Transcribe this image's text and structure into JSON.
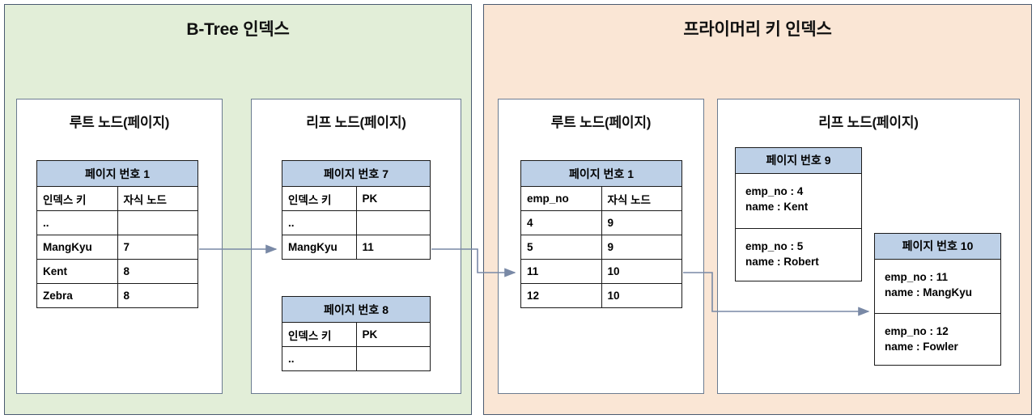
{
  "panels": [
    {
      "id": "btree",
      "title": "B-Tree 인덱스",
      "color": "#e2eed8"
    },
    {
      "id": "pk",
      "title": "프라이머리 키 인덱스",
      "color": "#fae6d5"
    }
  ],
  "btree": {
    "root": {
      "box_title": "루트 노드(페이지)",
      "table": {
        "header": "페이지 번호 1",
        "columns": [
          "인덱스 키",
          "자식 노드"
        ],
        "rows": [
          [
            "..",
            ""
          ],
          [
            "MangKyu",
            "7"
          ],
          [
            "Kent",
            "8"
          ],
          [
            "Zebra",
            "8"
          ]
        ]
      }
    },
    "leaf": {
      "box_title": "리프 노드(페이지)",
      "tables": [
        {
          "header": "페이지 번호 7",
          "columns": [
            "인덱스 키",
            "PK"
          ],
          "rows": [
            [
              "..",
              ""
            ],
            [
              "MangKyu",
              "11"
            ]
          ]
        },
        {
          "header": "페이지 번호 8",
          "columns": [
            "인덱스 키",
            "PK"
          ],
          "rows": [
            [
              "..",
              ""
            ]
          ]
        }
      ]
    }
  },
  "pk": {
    "root": {
      "box_title": "루트 노드(페이지)",
      "table": {
        "header": "페이지 번호 1",
        "columns": [
          "emp_no",
          "자식 노드"
        ],
        "rows": [
          [
            "4",
            "9"
          ],
          [
            "5",
            "9"
          ],
          [
            "11",
            "10"
          ],
          [
            "12",
            "10"
          ]
        ]
      }
    },
    "leaf": {
      "box_title": "리프 노드(페이지)",
      "pages": [
        {
          "header": "페이지 번호 9",
          "records": [
            {
              "line1": "emp_no : 4",
              "line2": "name : Kent"
            },
            {
              "line1": "emp_no : 5",
              "line2": "name : Robert"
            }
          ]
        },
        {
          "header": "페이지 번호 10",
          "records": [
            {
              "line1": "emp_no : 11",
              "line2": "name : MangKyu"
            },
            {
              "line1": "emp_no : 12",
              "line2": "name : Fowler"
            }
          ]
        }
      ]
    }
  },
  "colors": {
    "btree_panel": "#e2eed8",
    "pk_panel": "#fae6d5",
    "table_header": "#bdd0e7",
    "connector": "#7989a6",
    "panel_border": "#4a5a70",
    "table_border": "#1b1b1b"
  },
  "connectors": [
    {
      "name": "btree-root-to-leaf7",
      "from": "B-Tree 루트 노드 MangKyu 행",
      "to": "페이지 번호 7 MangKyu 행"
    },
    {
      "name": "btree-leaf7-to-pk-root",
      "from": "페이지 번호 7 PK 11",
      "to": "프라이머리 키 루트 노드 11 행"
    },
    {
      "name": "pk-root-to-leaf10",
      "from": "프라이머리 키 루트 노드 11 행",
      "to": "페이지 번호 10"
    }
  ]
}
